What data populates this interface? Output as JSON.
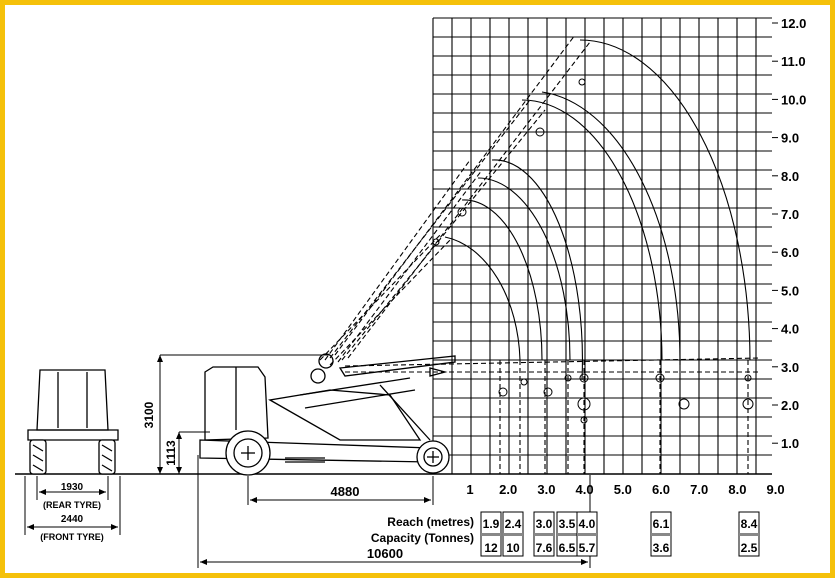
{
  "colors": {
    "border": "#f5c10a",
    "background": "#ffffff",
    "ink": "#000000"
  },
  "chart_data": {
    "type": "table",
    "grid": true,
    "y_axis_ticks": [
      "12.0",
      "11.0",
      "10.0",
      "9.0",
      "8.0",
      "7.0",
      "6.0",
      "5.0",
      "4.0",
      "3.0",
      "2.0",
      "1.0"
    ],
    "x_axis_ticks": [
      "1",
      "2.0",
      "3.0",
      "4.0",
      "5.0",
      "6.0",
      "7.0",
      "8.0",
      "9.0"
    ],
    "reach_label": "Reach (metres)",
    "capacity_label": "Capacity (Tonnes)",
    "reach_values": [
      "1.9",
      "2.4",
      "3.0",
      "3.5",
      "4.0",
      "6.1",
      "8.4"
    ],
    "capacity_values": [
      "12",
      "10",
      "7.6",
      "6.5",
      "5.7",
      "3.6",
      "2.5"
    ]
  },
  "dimensions": {
    "height_boom_pivot": "3100",
    "height_axle": "1113",
    "wheelbase": "4880",
    "overall_length": "10600",
    "rear_track": "1930",
    "rear_track_label": "(REAR TYRE)",
    "front_track": "2440",
    "front_track_label": "(FRONT TYRE)"
  }
}
